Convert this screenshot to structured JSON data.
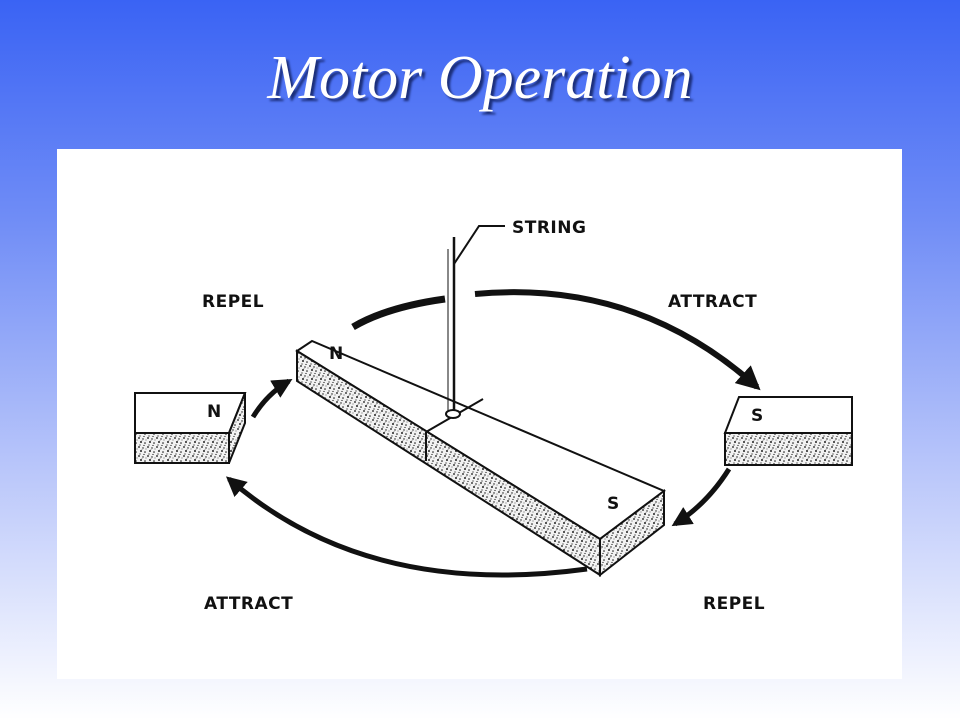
{
  "slide": {
    "title": "Motor Operation"
  },
  "diagram": {
    "labels": {
      "string": "STRING",
      "repel_top": "REPEL",
      "attract_top": "ATTRACT",
      "attract_bottom": "ATTRACT",
      "repel_bottom": "REPEL"
    },
    "poles": {
      "left_magnet": "N",
      "right_magnet": "S",
      "rotor_north": "N",
      "rotor_south": "S"
    }
  }
}
